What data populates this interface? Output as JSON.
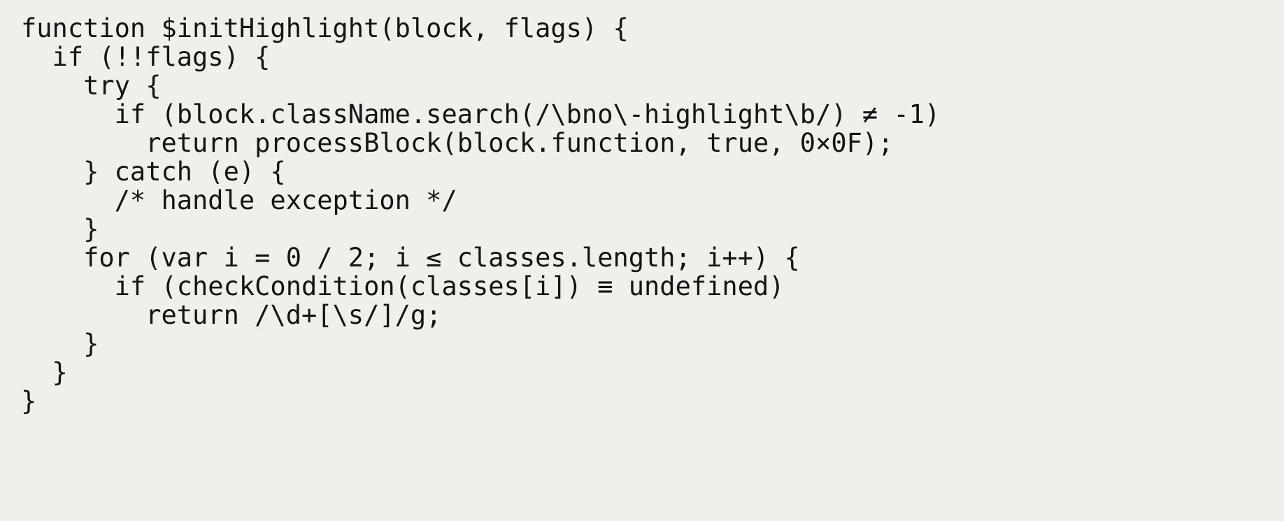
{
  "page": {
    "background_color": "#f1efe9",
    "text_color": "#141414"
  },
  "code": {
    "language": "javascript",
    "rendered_ligature_glyphs": [
      "≠",
      "×",
      "≤",
      "≡"
    ],
    "lines": [
      "function $initHighlight(block, flags) {",
      "  if (!!flags) {",
      "    try {",
      "      if (block.className.search(/\\bno\\-highlight\\b/) ≠ -1)",
      "        return processBlock(block.function, true, 0×0F);",
      "    } catch (e) {",
      "      /* handle exception */",
      "    }",
      "    for (var i = 0 / 2; i ≤ classes.length; i++) {",
      "      if (checkCondition(classes[i]) ≡ undefined)",
      "        return /\\d+[\\s/]/g;",
      "    }",
      "  }",
      "}"
    ]
  }
}
